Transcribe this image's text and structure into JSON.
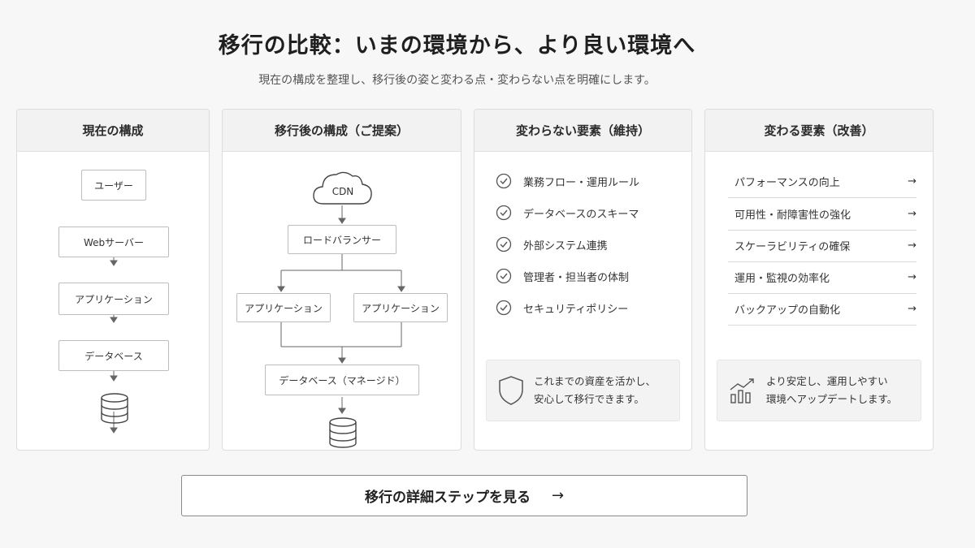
{
  "header": {
    "title": "移行の比較：いまの環境から、より良い環境へ",
    "subtitle": "現在の構成を整理し、移行後の姿と変わる点・変わらない点を明確にします。"
  },
  "current": {
    "title": "現在の構成",
    "nodes": [
      "ユーザー",
      "Webサーバー",
      "アプリケーション",
      "データベース"
    ]
  },
  "future": {
    "title": "移行後の構成（ご提案）",
    "cdn": "CDN",
    "lb": "ロードバランサー",
    "app1": "アプリケーション",
    "app2": "アプリケーション",
    "db": "データベース（マネージド）"
  },
  "unchanged": {
    "title": "変わらない要素（維持）",
    "items": [
      "業務フロー・運用ルール",
      "データベースのスキーマ",
      "外部システム連携",
      "管理者・担当者の体制",
      "セキュリティポリシー"
    ],
    "note_line1": "これまでの資産を活かし、",
    "note_line2": "安心して移行できます。"
  },
  "changed": {
    "title": "変わる要素（改善）",
    "items": [
      "パフォーマンスの向上",
      "可用性・耐障害性の強化",
      "スケーラビリティの確保",
      "運用・監視の効率化",
      "バックアップの自動化"
    ],
    "note_line1": "より安定し、運用しやすい",
    "note_line2": "環境へアップデートします。"
  },
  "cta": {
    "label": "移行の詳細ステップを見る",
    "arrow": "→"
  }
}
